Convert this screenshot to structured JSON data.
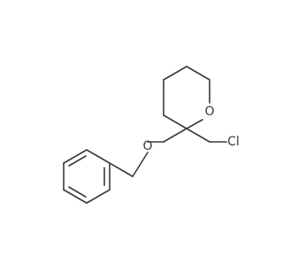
{
  "molecule": {
    "atoms": {
      "oxygen_ring": "O",
      "oxygen_ether": "O",
      "chlorine": "Cl"
    },
    "colors": {
      "bond": "#3a3a3a",
      "label": "#3a3a3a",
      "background": "#ffffff"
    }
  }
}
